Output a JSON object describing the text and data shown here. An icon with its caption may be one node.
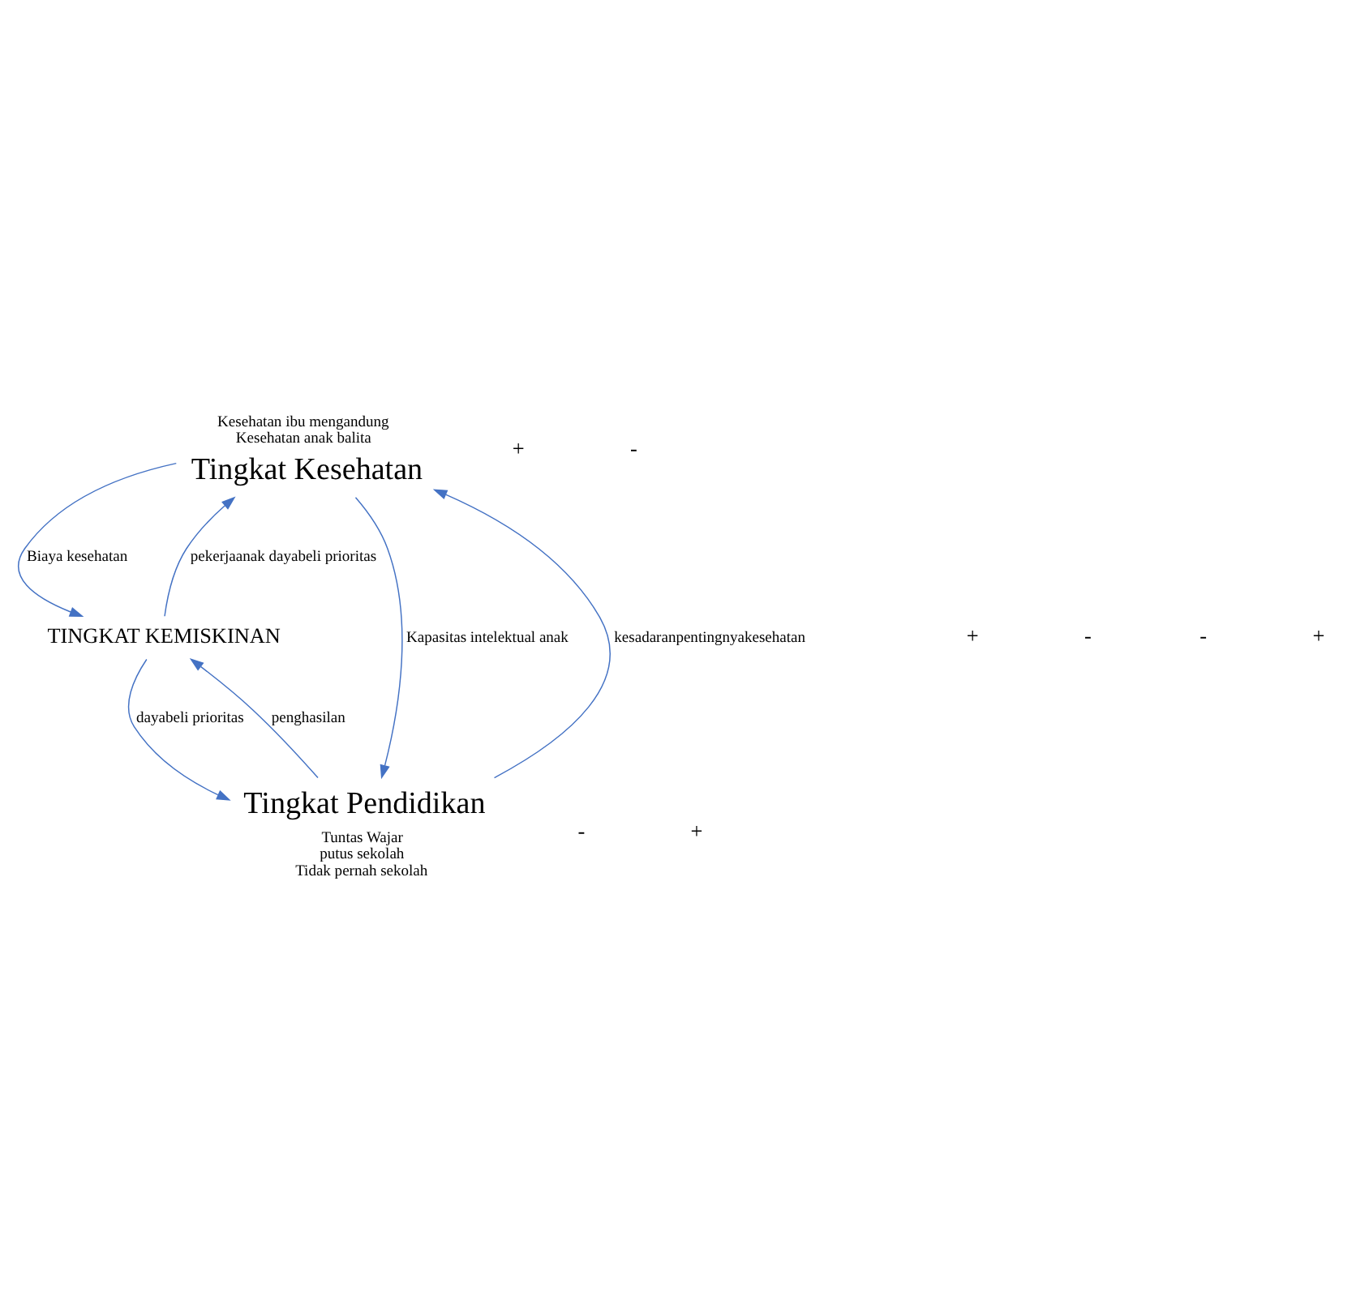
{
  "diagram": {
    "nodes": [
      {
        "text": [
          "Tingkat Kesehatan"
        ],
        "beside": [
          "Kesehatan ibu mengandung",
          "Kesehatan anak balita"
        ]
      },
      {
        "text": [
          "TINGKAT KEMISKINAN"
        ]
      },
      {
        "text": [
          "Tingkat Pendidikan"
        ],
        "beside": [
          "Tuntas Wajar",
          "putus sekolah",
          "Tidak pernah sekolah"
        ]
      }
    ],
    "edges": [
      {
        "from": 0,
        "to": 1,
        "arrow": "to",
        "label": "Biaya kesehatan"
      },
      {
        "from": 1,
        "to": 0,
        "arrow": "to",
        "label": "pekerjaanak dayabeli prioritas"
      },
      {
        "from": 2,
        "to": 0,
        "arrow": "to",
        "label": "kesadaranpentingnyakesehatan"
      },
      {
        "from": 0,
        "to": 2,
        "arrow": "to",
        "label": "Kapasitas intelektual anak"
      },
      {
        "from": 1,
        "to": 2,
        "arrow": "to",
        "label": "dayabeli prioritas"
      },
      {
        "from": 2,
        "to": 1,
        "arrow": "to",
        "label": "penghasilan"
      }
    ],
    "labels": [
      "+",
      "-",
      "+",
      "-",
      "-",
      "+",
      "-",
      "+"
    ]
  }
}
